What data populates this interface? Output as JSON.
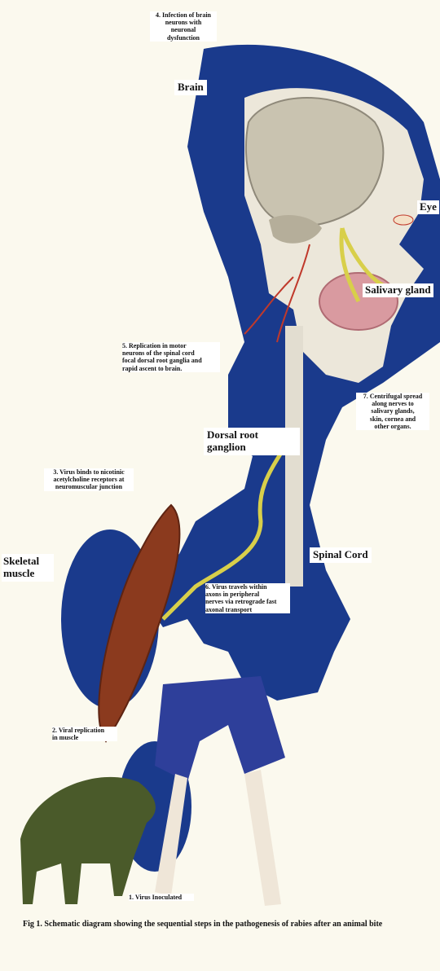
{
  "labels": {
    "step4": "4. Infection of brain\nneurons with\nneuronal\ndysfunction",
    "brain": "Brain",
    "eye": "Eye",
    "salivary": "Salivary gland",
    "step5": "5. Replication in motor\nneurons of the spinal cord\nfocal dorsal root ganglia and\nrapid ascent to brain.",
    "step7": "7. Centrifugal spread\nalong nerves to\nsalivary glands,\nskin, cornea and\nother organs.",
    "dorsal": "Dorsal root\nganglion",
    "step3": "3. Virus binds to nicotinic\nacetylcholine receptors at\nneuromuscular junction",
    "skeletal": "Skeletal\nmuscle",
    "spinal": "Spinal Cord",
    "step6": "6. Virus travels within\naxons in peripheral\nnerves via retrograde fast\naxonal transport",
    "step2": "2. Viral replication\nin    muscle",
    "step1": "1. Virus Inoculated"
  },
  "caption": "Fig 1. Schematic diagram showing the sequential steps in the pathogenesis of rabies after an animal bite",
  "colors": {
    "background": "#fbf9ee",
    "silhouette": "#1a3a8c",
    "brain": "#c9c3b0",
    "salivary": "#d99aa0",
    "nerve": "#d8cf4a",
    "vessel": "#c0392b",
    "muscle": "#8b3a1e",
    "wolf": "#4a5a2a",
    "shorts": "#2e3f9a"
  }
}
